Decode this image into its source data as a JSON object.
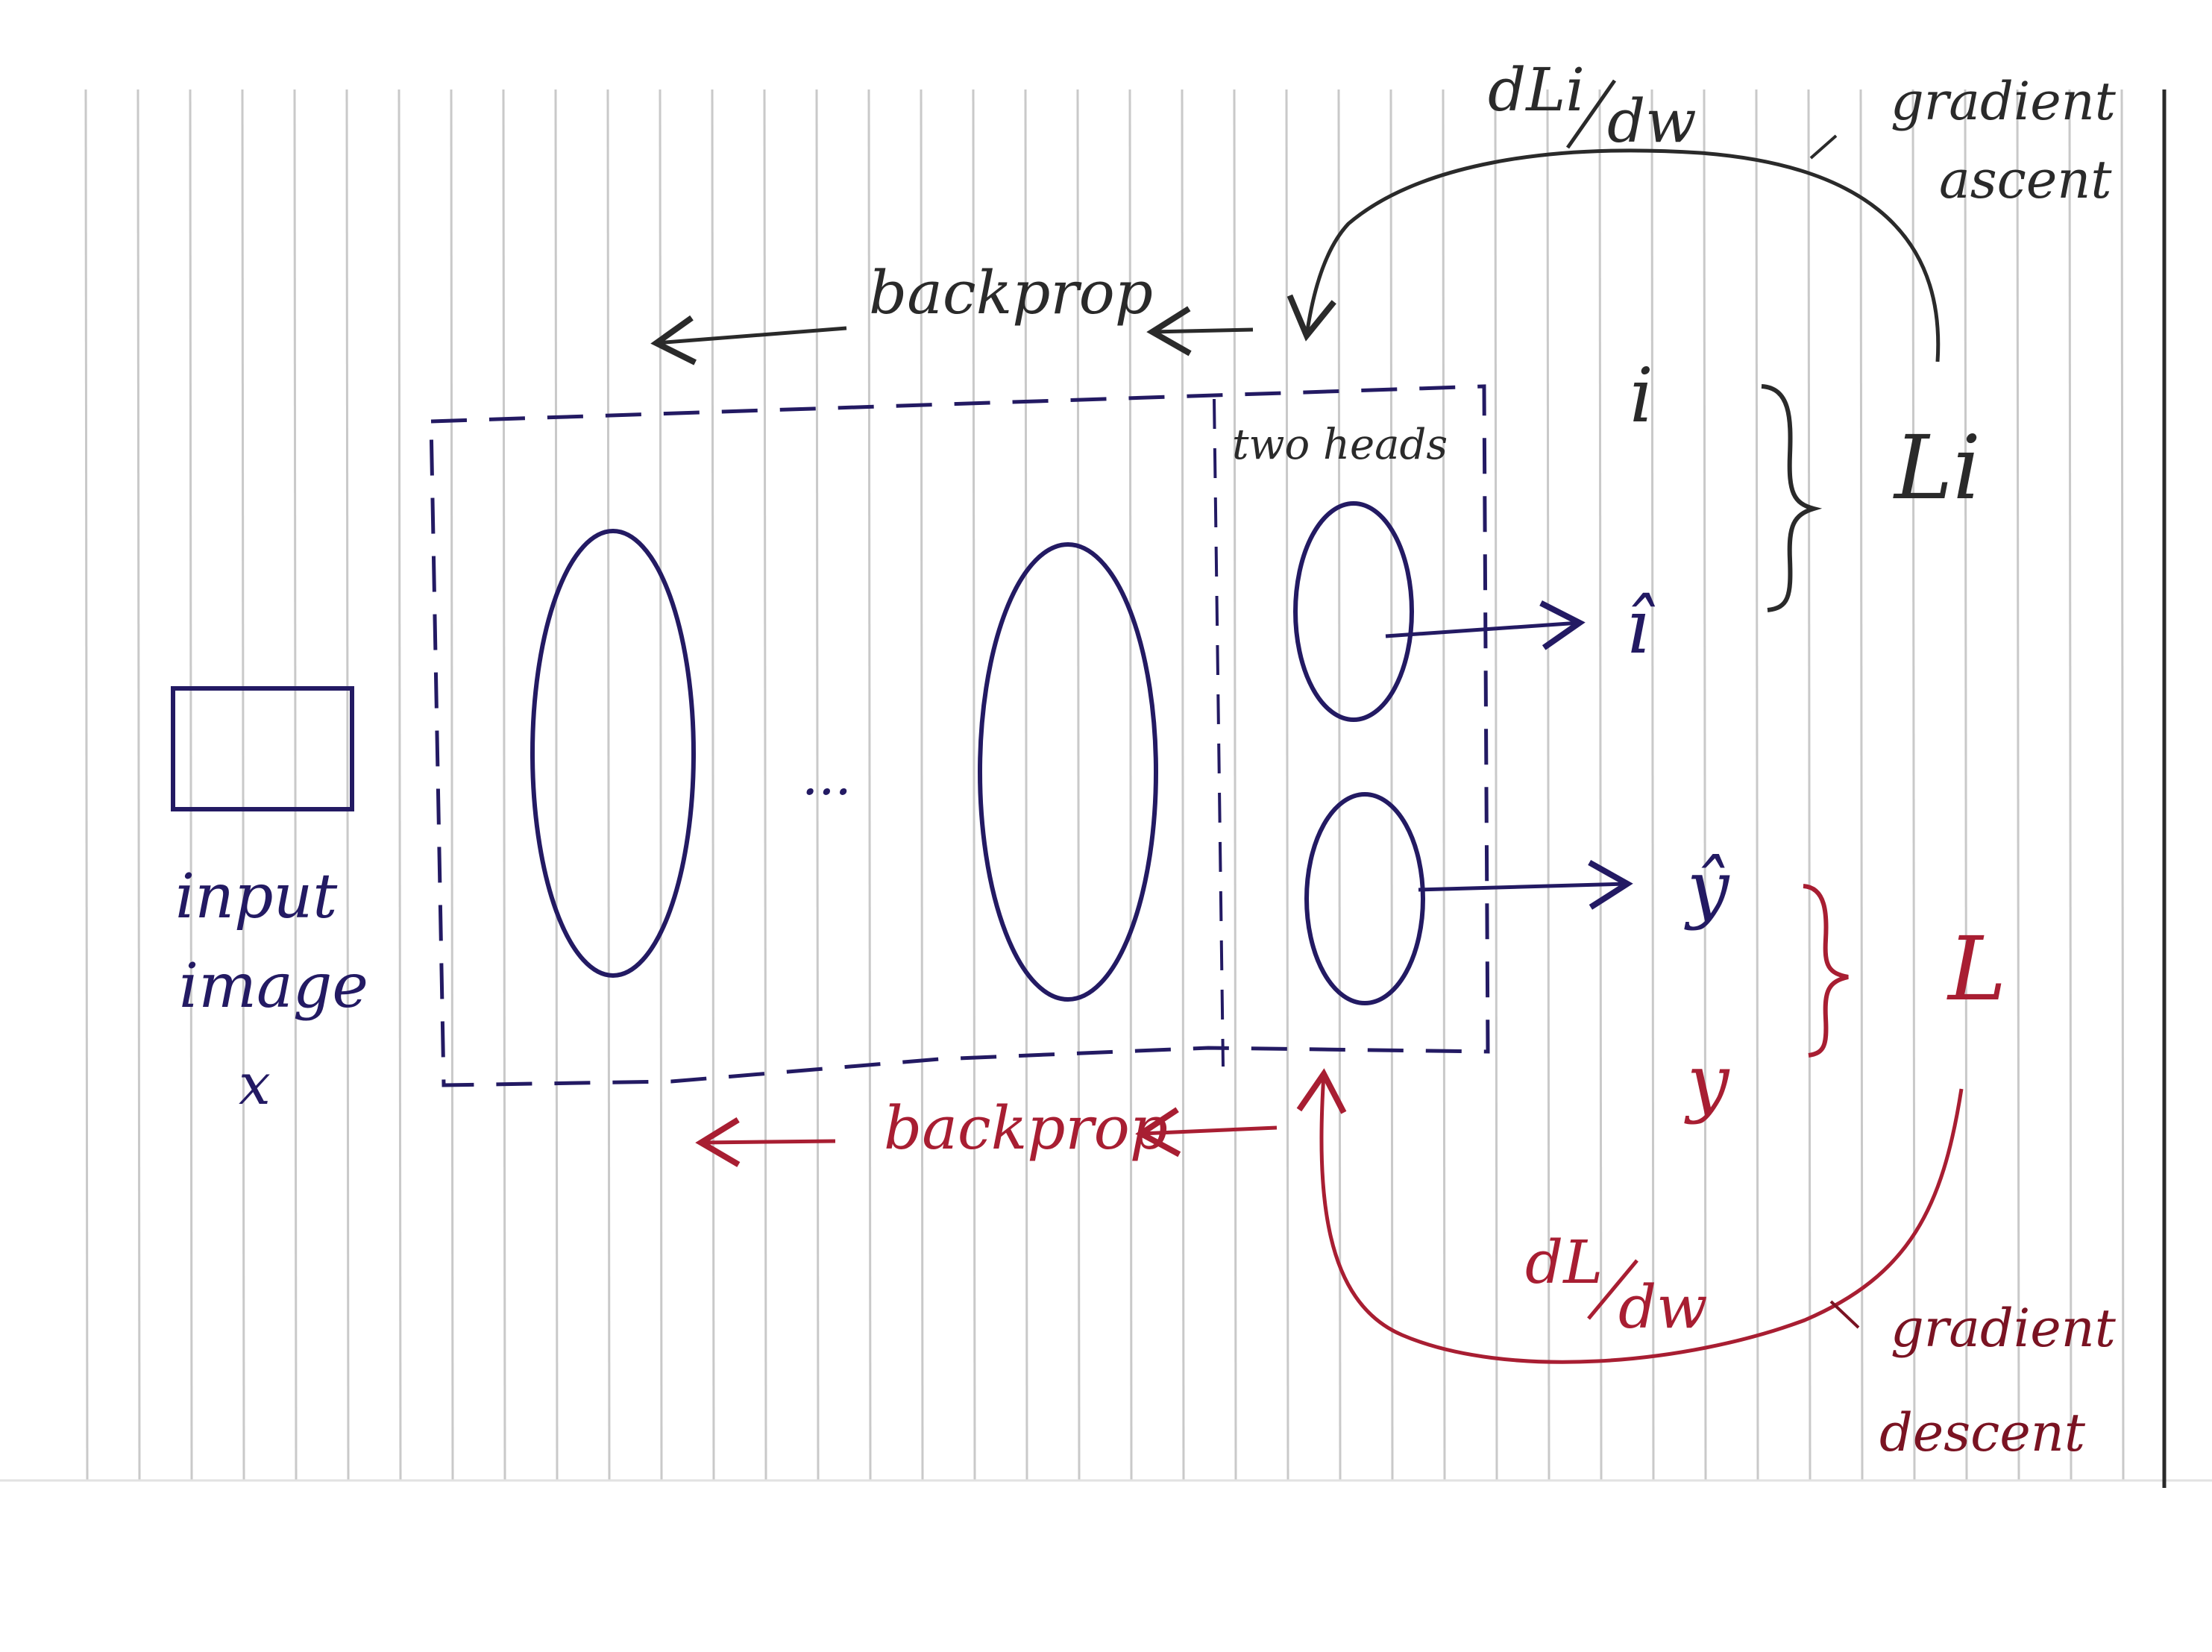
{
  "colors": {
    "paper": "#ffffff",
    "rule": "#c9c9c9",
    "ink_black": "#2a2a2a",
    "ink_blue": "#231a63",
    "ink_red": "#a81e32",
    "ink_dark_red": "#7a1322"
  },
  "labels": {
    "input_image_line1": "input",
    "input_image_line2": "image",
    "input_symbol": "x",
    "ellipsis": "...",
    "two_heads": "two heads",
    "backprop_top": "backprop",
    "backprop_bottom": "backprop",
    "i_true": "i",
    "i_hat": "î",
    "y_hat": "ŷ",
    "y_true": "y",
    "loss_i": "Li",
    "loss": "L",
    "grad_top_numer": "dLi",
    "grad_top_denom": "dw",
    "grad_bottom_numer": "dL",
    "grad_bottom_denom": "dw",
    "gradient_ascent_line1": "gradient",
    "gradient_ascent_line2": "ascent",
    "gradient_descent_line1": "gradient",
    "gradient_descent_line2": "descent"
  }
}
